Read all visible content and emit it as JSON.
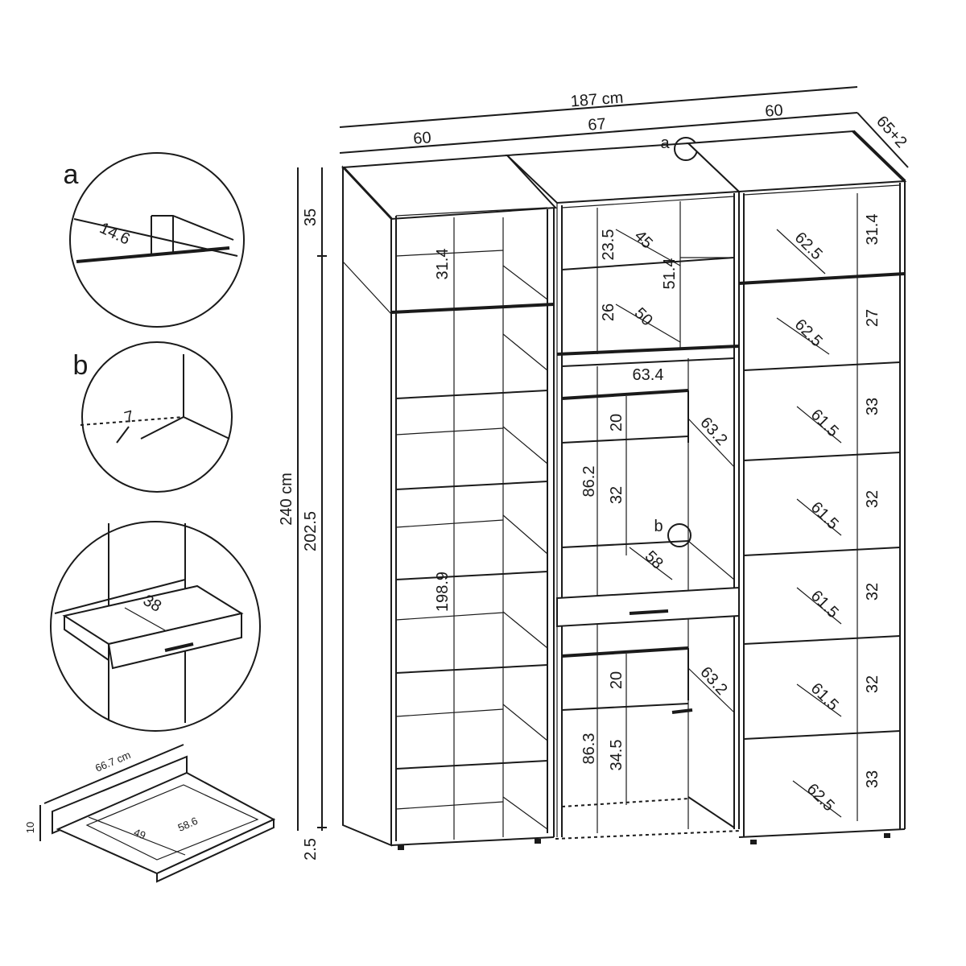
{
  "overall": {
    "width": "187 cm",
    "height": "240 cm",
    "depth": "65+2"
  },
  "modules": {
    "left": "60",
    "middle": "67",
    "right": "60"
  },
  "heights": {
    "top": "35",
    "body": "202.5",
    "feet": "2.5"
  },
  "left_unit": {
    "top_shelf": "31.4",
    "inner": "198.9"
  },
  "middle_unit": {
    "top_h1": "23.5",
    "top_d1": "45",
    "top_h_total": "51.4",
    "top_h2": "26",
    "top_d2": "50",
    "inner_width": "63.4",
    "upper_door_h1": "20",
    "upper_door_d": "63.2",
    "upper_total": "86.2",
    "upper_h2": "32",
    "desk_depth": "58",
    "lower_door_h1": "20",
    "lower_door_d": "63.2",
    "lower_total": "86.3",
    "lower_h2": "34.5"
  },
  "right_unit": {
    "shelves": [
      {
        "height": "31.4",
        "depth": "62.5"
      },
      {
        "height": "27",
        "depth": "62.5"
      },
      {
        "height": "33",
        "depth": "61.5"
      },
      {
        "height": "32",
        "depth": "61.5"
      },
      {
        "height": "32",
        "depth": "61.5"
      },
      {
        "height": "32",
        "depth": "61.5"
      },
      {
        "height": "33",
        "depth": "62.5"
      }
    ]
  },
  "details": {
    "a": {
      "label": "a",
      "value": "14.6"
    },
    "b": {
      "label": "b",
      "value": "7"
    },
    "drawer": {
      "value": "38"
    },
    "tray": {
      "width": "66.7 cm",
      "height": "10",
      "depth1": "49",
      "depth2": "58.6"
    }
  }
}
